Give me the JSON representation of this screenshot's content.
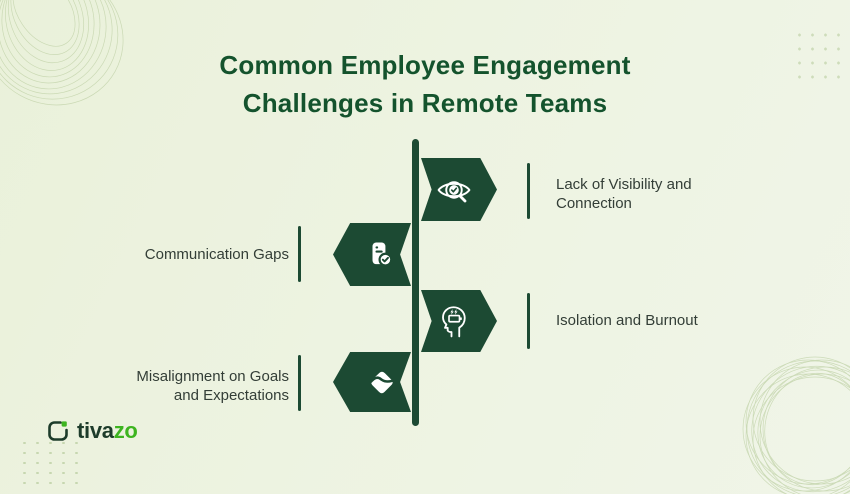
{
  "title": {
    "line1": "Common Employee Engagement",
    "line2": "Challenges in Remote Teams"
  },
  "timeline_items": [
    {
      "side": "right",
      "icon": "eye-magnifier-icon",
      "label": "Lack of Visibility and Connection",
      "lines": [
        "Lack of Visibility and",
        "Connection"
      ]
    },
    {
      "side": "left",
      "icon": "document-check-icon",
      "label": "Communication Gaps",
      "lines": [
        "Communication Gaps"
      ]
    },
    {
      "side": "right",
      "icon": "burnout-head-icon",
      "label": "Isolation and Burnout",
      "lines": [
        "Isolation and Burnout"
      ]
    },
    {
      "side": "left",
      "icon": "handshake-icon",
      "label": "Misalignment on Goals and Expectations",
      "lines": [
        "Misalignment on Goals",
        "and Expectations"
      ]
    }
  ],
  "logo": {
    "brand_primary": "tiva",
    "brand_accent": "zo"
  },
  "colors": {
    "background": "#edf3e1",
    "flag_color": "#1c4a33",
    "title_color": "#14532d",
    "body_text_color": "#333e37",
    "separator_color": "#1c4a33",
    "logo_dark": "#1d3c2a",
    "logo_accent": "#3db41f",
    "icon_color": "#ffffff",
    "decor_color": "#c3d4ab"
  }
}
